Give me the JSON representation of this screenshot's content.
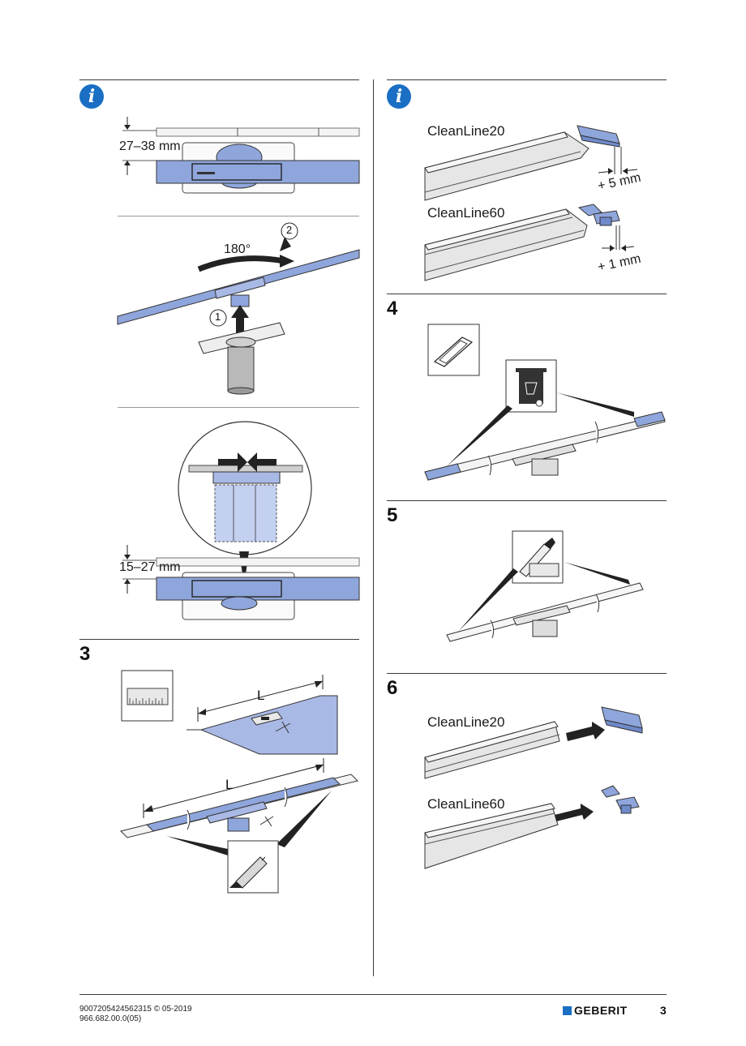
{
  "colors": {
    "accent": "#1a6fc4",
    "part_blue": "#8fa6dc",
    "light_blue": "#a9b9e6"
  },
  "left_column": {
    "info_icon": "i",
    "panel_1": {
      "dimension": "27–38 mm"
    },
    "panel_2": {
      "rotation": "180°",
      "step_1": "1",
      "step_2": "2"
    },
    "panel_3": {
      "dimension": "15–27 mm"
    },
    "step_3": {
      "number": "3",
      "length_label_top": "L",
      "length_label_bottom": "L"
    }
  },
  "right_column": {
    "info_icon": "i",
    "variant_a": {
      "name": "CleanLine20",
      "offset": "+ 5 mm"
    },
    "variant_b": {
      "name": "CleanLine60",
      "offset": "+ 1 mm"
    },
    "step_4": {
      "number": "4"
    },
    "step_5": {
      "number": "5"
    },
    "step_6": {
      "number": "6",
      "variant_a": "CleanLine20",
      "variant_b": "CleanLine60"
    }
  },
  "footer": {
    "doc_code": "9007205424562315 © 05-2019",
    "doc_ref": "966.682.00.0(05)",
    "brand": "GEBERIT",
    "page": "3"
  }
}
